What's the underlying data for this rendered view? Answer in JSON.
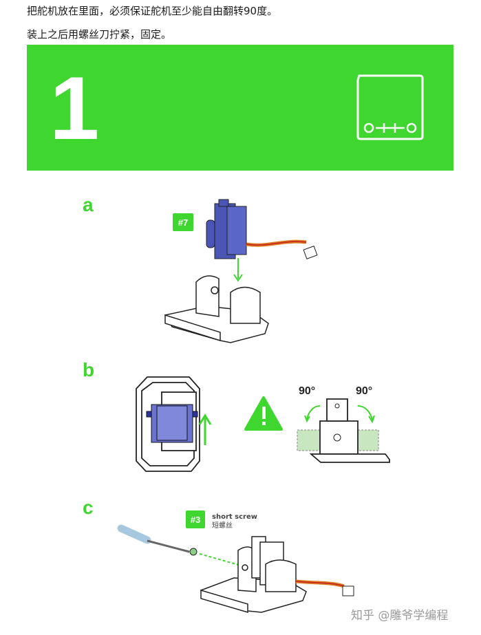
{
  "instructions": {
    "line1": "把舵机放在里面，必须保证舵机至少能自由翻转90度。",
    "line2": "装上之后用螺丝刀拧紧，固定。"
  },
  "banner": {
    "step_number": "1",
    "logo_text": "o++o",
    "color": "#3fd630"
  },
  "steps": {
    "a": {
      "letter": "a",
      "part_badge": "#7"
    },
    "b": {
      "letter": "b",
      "angle_left": "90°",
      "angle_right": "90°",
      "warning_icon": "warning-icon"
    },
    "c": {
      "letter": "c",
      "part_badge": "#3",
      "screw_label_en": "short screw",
      "screw_label_zh": "短螺丝"
    }
  },
  "watermark": "知乎 @雕爷学编程",
  "colors": {
    "accent": "#3fd630",
    "servo": "#4a55b5",
    "wire_orange": "#e07a20"
  }
}
